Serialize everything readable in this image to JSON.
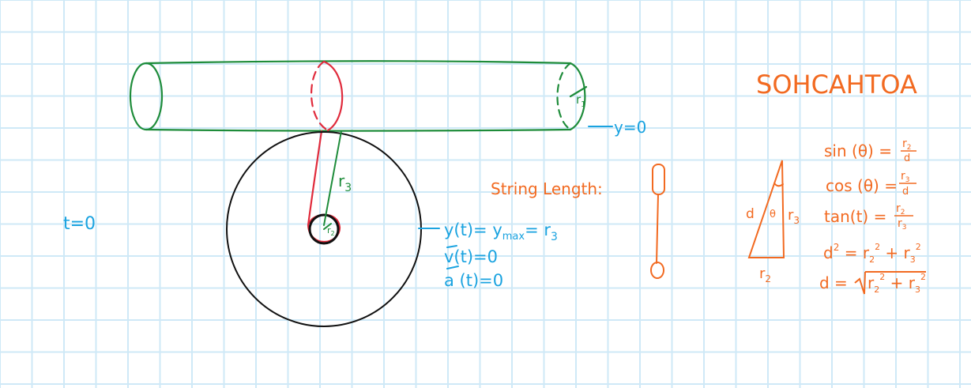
{
  "colors": {
    "grid": "#cfe9f7",
    "green": "#1e8c3a",
    "red": "#e02b3c",
    "black": "#111111",
    "blue": "#1aa3e0",
    "orange": "#f26a21"
  },
  "labels": {
    "t0": "t=0",
    "y_zero": "y=0",
    "r1": "r",
    "r1_sub": "1",
    "r2": "r",
    "r2_sub": "2",
    "r3": "r",
    "r3_sub": "3",
    "string_length": "String Length:"
  },
  "conditions": {
    "line1": "y(t)= y",
    "line1_sub": "max",
    "line1_rest": "= r",
    "line1_rest_sub": "3",
    "line2": "v(t)=0",
    "line3": "a (t)=0"
  },
  "mnemonic": "SOHCAHTOA",
  "triangle": {
    "hyp": "d",
    "angle": "θ",
    "vert": "r",
    "vert_sub": "3",
    "base": "r",
    "base_sub": "2"
  },
  "equations": {
    "sin_lhs": "sin (θ) =",
    "sin_num": "r",
    "sin_num_sub": "2",
    "sin_den": "d",
    "cos_lhs": "cos (θ) =",
    "cos_num": "r",
    "cos_num_sub": "3",
    "cos_den": "d",
    "tan_lhs": "tan(t) =",
    "tan_num": "r",
    "tan_num_sub": "2",
    "tan_den": "r",
    "tan_den_sub": "3",
    "dsq_lhs": "d",
    "dsq_lhs_sup": "2",
    "dsq_eq": "=",
    "dsq_r2": "r",
    "dsq_r2_sub": "2",
    "dsq_r2_sup": "2",
    "dsq_plus": "+",
    "dsq_r3": "r",
    "dsq_r3_sub": "3",
    "dsq_r3_sup": "2",
    "d_lhs": "d =",
    "d_r2": "r",
    "d_r2_sub": "2",
    "d_r2_sup": "2",
    "d_plus": "+",
    "d_r3": "r",
    "d_r3_sub": "3",
    "d_r3_sup": "2"
  }
}
